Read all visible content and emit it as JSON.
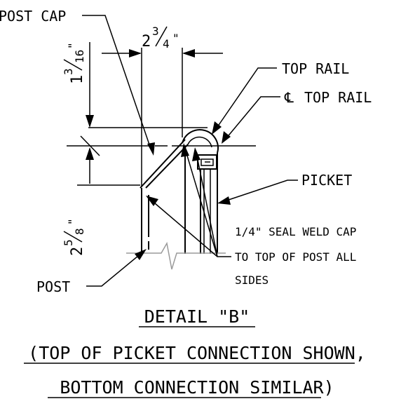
{
  "labels": {
    "post_cap": "POST CAP",
    "top_rail": "TOP RAIL",
    "cl_symbol": "℄",
    "cl_top_rail": "TOP RAIL",
    "picket": "PICKET",
    "weld_note_line1": "1/4\" SEAL WELD CAP",
    "weld_note_line2": "TO TOP OF POST ALL",
    "weld_note_line3": "SIDES",
    "post": "POST"
  },
  "dimensions": {
    "top_width": {
      "whole": "2",
      "num": "3",
      "den": "4",
      "unit": "\""
    },
    "top_offset": {
      "whole": "1",
      "num": "3",
      "den": "16",
      "unit": "\""
    },
    "cap_drop": {
      "whole": "2",
      "num": "5",
      "den": "8",
      "unit": "\""
    }
  },
  "title": {
    "line1": "DETAIL \"B\"",
    "line2": "(TOP OF PICKET CONNECTION SHOWN,",
    "line3": "BOTTOM CONNECTION SIMILAR)"
  }
}
